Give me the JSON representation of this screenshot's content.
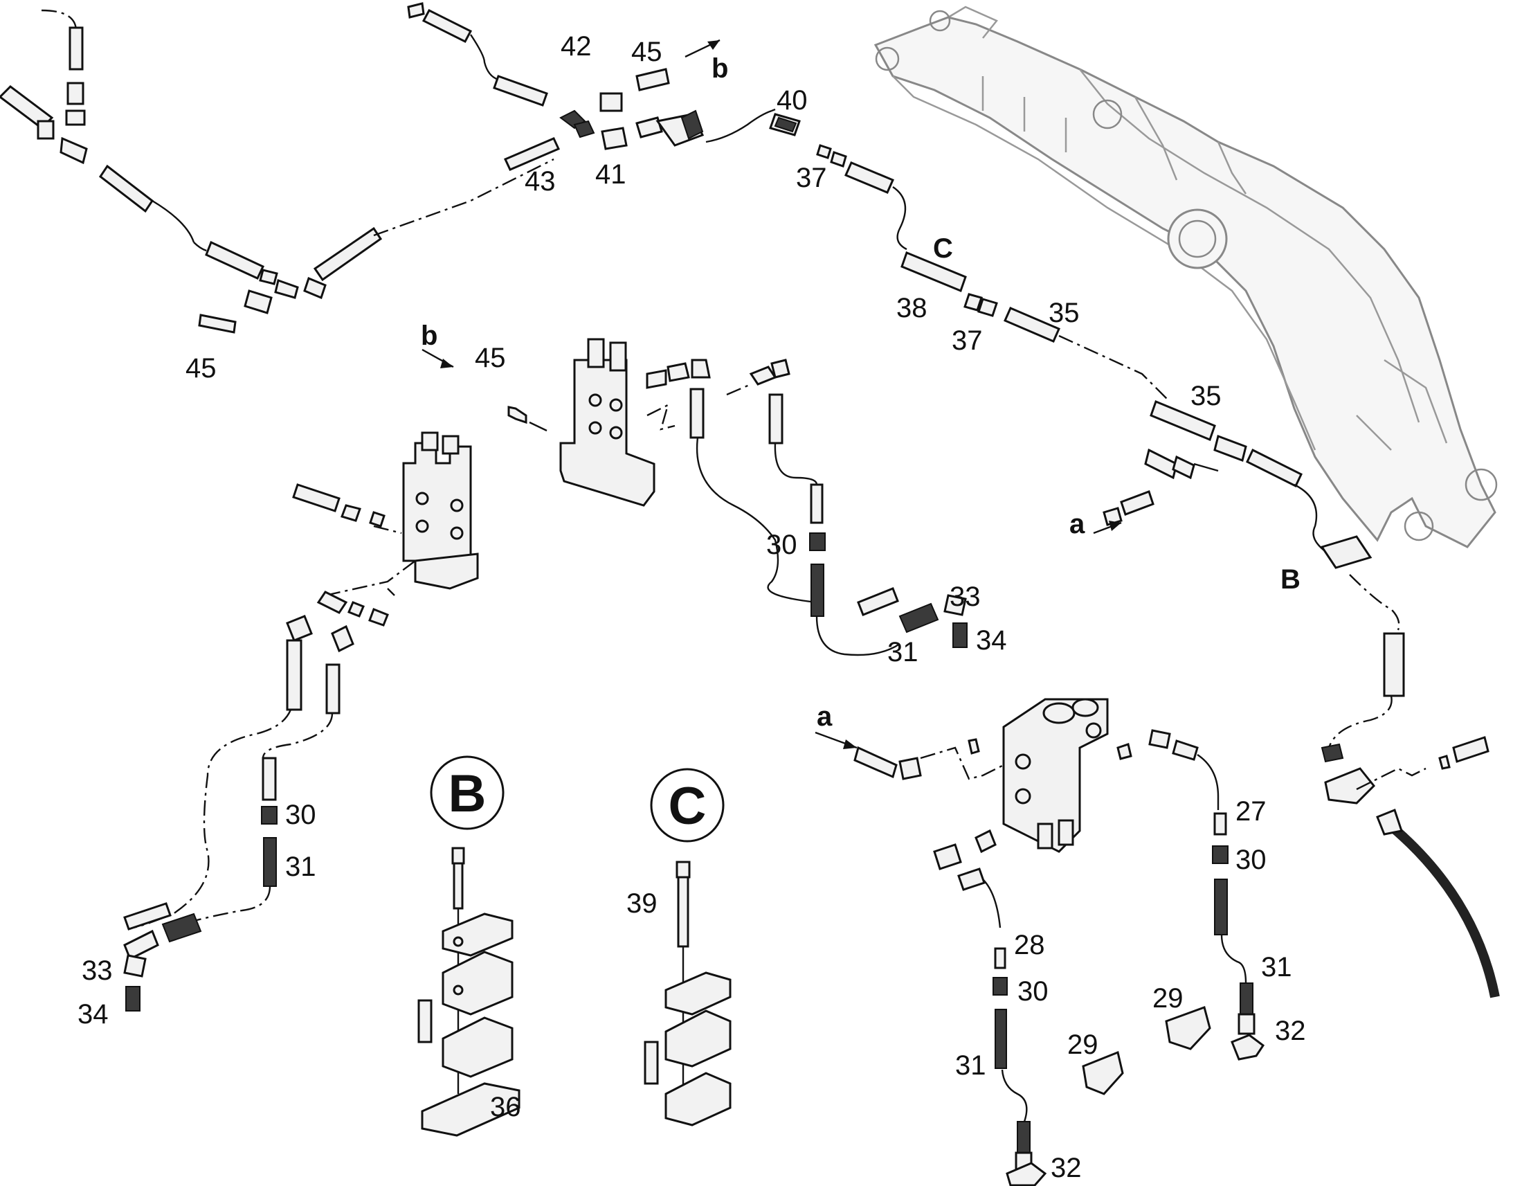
{
  "diagram": {
    "callouts": [
      "27",
      "28",
      "29",
      "30",
      "31",
      "32",
      "33",
      "34",
      "35",
      "36",
      "37",
      "38",
      "39",
      "40",
      "41",
      "42",
      "43",
      "45"
    ],
    "detail_letters": {
      "B": "B",
      "C": "C"
    },
    "flow_refs": {
      "a": "a",
      "b": "b"
    }
  }
}
